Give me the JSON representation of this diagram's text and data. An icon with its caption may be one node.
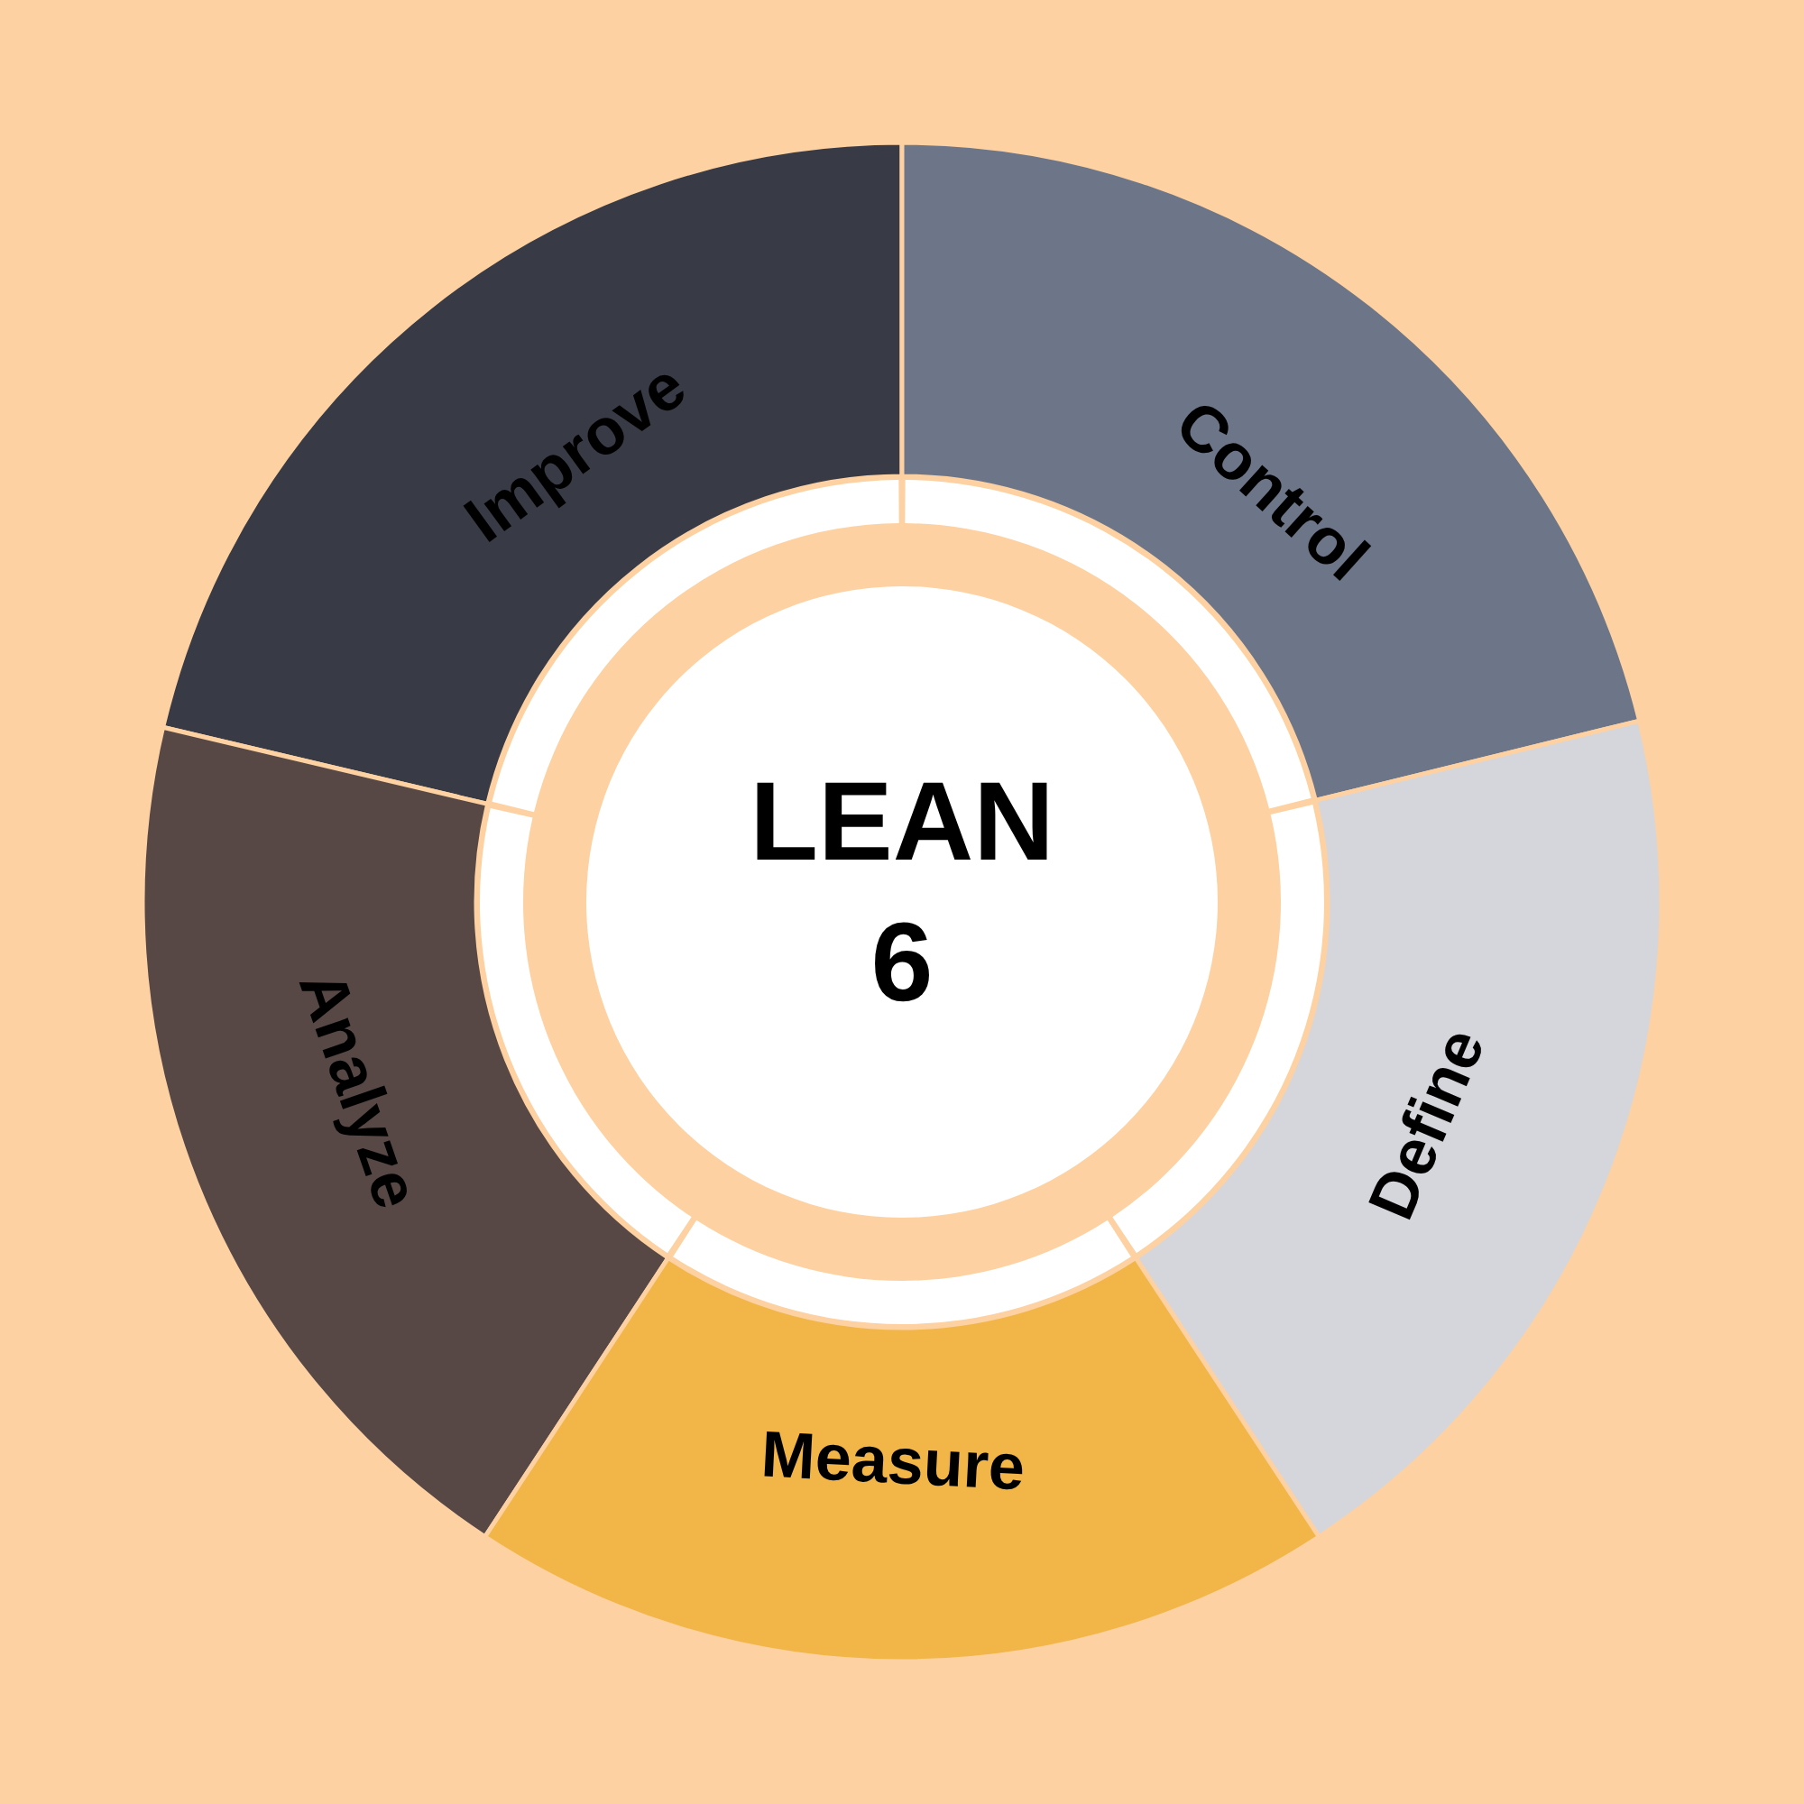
{
  "diagram": {
    "nodes": [
      {
        "text": [
          "Improve"
        ]
      },
      {
        "text": [
          "Control"
        ]
      },
      {
        "text": [
          "LEAN 6"
        ]
      },
      {
        "text": [
          "Analyze"
        ]
      },
      {
        "text": [
          "Define"
        ]
      },
      {
        "text": [
          "Measure"
        ]
      }
    ]
  }
}
